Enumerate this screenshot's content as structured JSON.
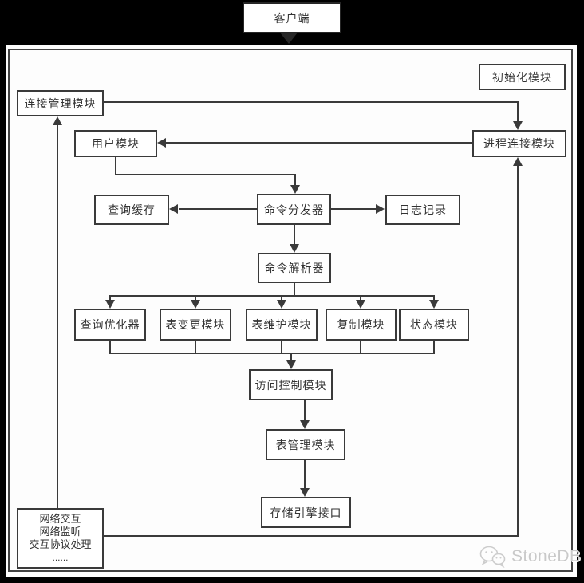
{
  "page": {
    "background": "#000000",
    "watermark": {
      "icon": "wechat-icon",
      "text": "StoneDB",
      "color": "#c9c9c9"
    }
  },
  "diagram": {
    "client": {
      "label": "客户端"
    },
    "nodes": {
      "init": "初始化模块",
      "conn_mgmt": "连接管理模块",
      "user": "用户模块",
      "proc_conn": "进程连接模块",
      "query_cache": "查询缓存",
      "cmd_dispatch": "命令分发器",
      "log_record": "日志记录",
      "cmd_parser": "命令解析器",
      "query_opt": "查询优化器",
      "table_change": "表变更模块",
      "table_maint": "表维护模块",
      "replication": "复制模块",
      "status": "状态模块",
      "access_ctrl": "访问控制模块",
      "table_mgmt": "表管理模块",
      "storage_engine": "存储引擎接口"
    },
    "network_box": {
      "lines": [
        "网络交互",
        "网络监听",
        "交互协议处理",
        "......"
      ]
    },
    "edges": [
      {
        "from": "client",
        "to": "frame",
        "style": "solid-triangle-down"
      },
      {
        "from": "conn_mgmt",
        "to": "proc_conn",
        "arrow": "into proc_conn top"
      },
      {
        "from": "proc_conn",
        "to": "user",
        "arrow": "into user right"
      },
      {
        "from": "user",
        "to": "cmd_dispatch",
        "arrow": "into cmd_dispatch top"
      },
      {
        "from": "cmd_dispatch",
        "to": "query_cache",
        "arrow": "into query_cache right"
      },
      {
        "from": "cmd_dispatch",
        "to": "log_record",
        "arrow": "into log_record left"
      },
      {
        "from": "cmd_dispatch",
        "to": "cmd_parser",
        "arrow": "into cmd_parser top"
      },
      {
        "from": "cmd_parser",
        "to": "query_opt",
        "arrow": "down"
      },
      {
        "from": "cmd_parser",
        "to": "table_change",
        "arrow": "down"
      },
      {
        "from": "cmd_parser",
        "to": "table_maint",
        "arrow": "down"
      },
      {
        "from": "cmd_parser",
        "to": "replication",
        "arrow": "down"
      },
      {
        "from": "cmd_parser",
        "to": "status",
        "arrow": "down"
      },
      {
        "from": "query_opt,table_change,table_maint,replication,status",
        "to": "access_ctrl",
        "arrow": "bus down"
      },
      {
        "from": "access_ctrl",
        "to": "table_mgmt",
        "arrow": "down"
      },
      {
        "from": "table_mgmt",
        "to": "storage_engine",
        "arrow": "down"
      },
      {
        "from": "network_box",
        "to": "conn_mgmt",
        "arrow": "up"
      },
      {
        "from": "network_box",
        "to": "proc_conn",
        "arrow": "up via right side"
      }
    ],
    "colors": {
      "line": "#3a3a3a",
      "box_border": "#3a3a3a",
      "text": "#333333",
      "frame": "#424242",
      "canvas": "#fdfdfd"
    }
  }
}
